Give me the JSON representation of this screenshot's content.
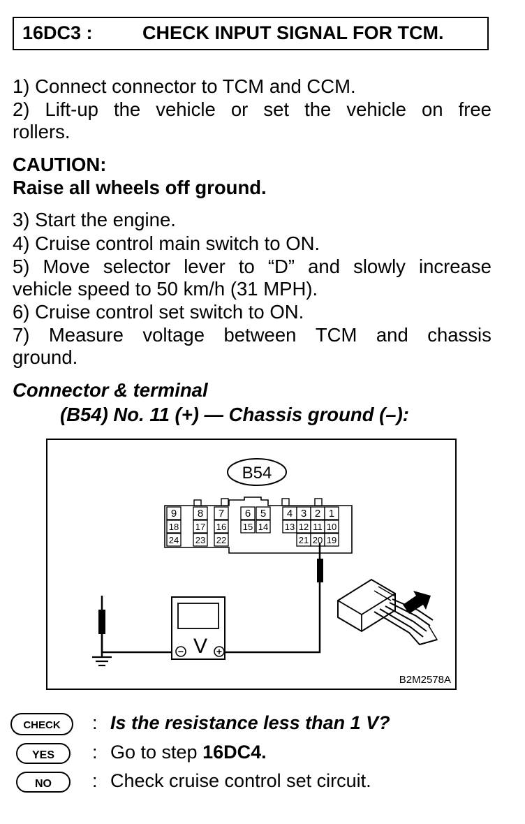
{
  "header": {
    "code": "16DC3 :",
    "title": "CHECK INPUT SIGNAL FOR TCM."
  },
  "steps": {
    "s1": "1) Connect connector to TCM and CCM.",
    "s2a": [
      "2)",
      "Lift-up",
      "the",
      "vehicle",
      "or",
      "set",
      "the",
      "vehicle",
      "on",
      "free"
    ],
    "s2b": "rollers.",
    "s3": "3) Start the engine.",
    "s4": "4) Cruise control main switch to ON.",
    "s5a": [
      "5)",
      "Move",
      "selector",
      "lever",
      "to",
      "“D”",
      "and",
      "slowly",
      "increase"
    ],
    "s5b": "vehicle speed to 50 km/h (31 MPH).",
    "s6": "6) Cruise control set switch to ON.",
    "s7a": [
      "7)",
      "Measure",
      "voltage",
      "between",
      "TCM",
      "and",
      "chassis"
    ],
    "s7b": "ground."
  },
  "caution": {
    "heading": "CAUTION:",
    "text": "Raise all wheels off ground."
  },
  "connector": {
    "heading": "Connector & terminal",
    "spec": "(B54) No. 11 (+) — Chassis ground (–):"
  },
  "diagram": {
    "connector_label": "B54",
    "figure_id": "B2M2578A",
    "row1": [
      "9",
      "8",
      "7",
      "6",
      "5",
      "4",
      "3",
      "2",
      "1"
    ],
    "row2": [
      "18",
      "17",
      "16",
      "15",
      "14",
      "13",
      "12",
      "11",
      "10"
    ],
    "row3": [
      "24",
      "23",
      "22",
      "21",
      "20",
      "19"
    ],
    "meter_symbol": "V",
    "minus": "−",
    "plus": "+"
  },
  "results": {
    "check_badge": "CHECK",
    "check_text": "Is the resistance less than 1 V?",
    "yes_badge": "YES",
    "yes_text_a": "Go to step ",
    "yes_text_b": "16DC4.",
    "no_badge": "NO",
    "no_text": "Check cruise control set circuit.",
    "colon": ":"
  }
}
